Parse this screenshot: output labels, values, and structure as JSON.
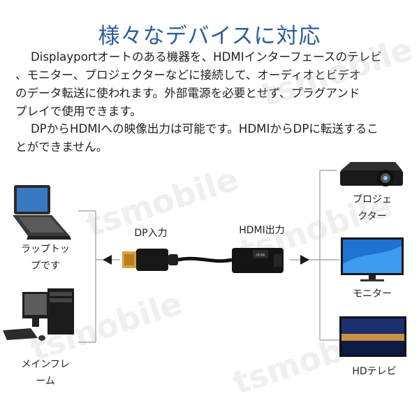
{
  "title": "様々なデバイスに対応",
  "paragraph1": {
    "line1": "Displayportオートのある機器を、HDMIインターフェースのテレビ",
    "line2": "、モニター、プロジェクターなどに接続して、オーディオとビデオ",
    "line3": "のデータ転送に使われます。外部電源を必要とせず、プラグアンド",
    "line4": "プレイで使用できます。"
  },
  "paragraph2": {
    "line1": "DPからHDMIへの映像出力は可能です。HDMIからDPに転送するこ",
    "line2": "とができません。"
  },
  "labels": {
    "dp_input": "DP入力",
    "hdmi_output": "HDMI出力",
    "laptop_l1": "ラップトッ",
    "laptop_l2": "プです",
    "desktop_l1": "メインフレ",
    "desktop_l2": "ーム",
    "projector_l1": "プロジェ",
    "projector_l2": "クター",
    "monitor": "モニター",
    "tv": "HDテレビ",
    "adapter_port_text": "HDMI"
  },
  "watermark": "tsmobile"
}
